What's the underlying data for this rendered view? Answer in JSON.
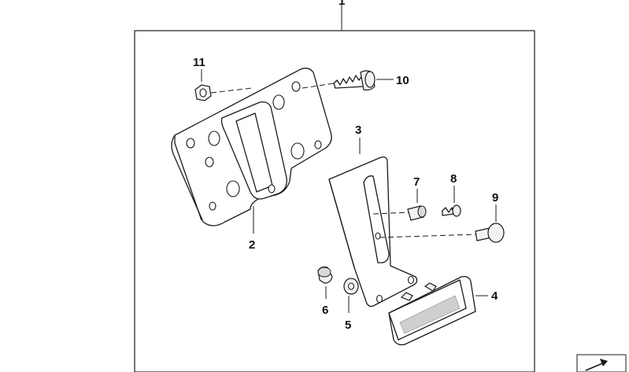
{
  "diagram": {
    "callouts": [
      {
        "id": "1",
        "label": "1"
      },
      {
        "id": "2",
        "label": "2"
      },
      {
        "id": "3",
        "label": "3"
      },
      {
        "id": "4",
        "label": "4"
      },
      {
        "id": "5",
        "label": "5"
      },
      {
        "id": "6",
        "label": "6"
      },
      {
        "id": "7",
        "label": "7"
      },
      {
        "id": "8",
        "label": "8"
      },
      {
        "id": "9",
        "label": "9"
      },
      {
        "id": "10",
        "label": "10"
      },
      {
        "id": "11",
        "label": "11"
      }
    ],
    "corner_icon": "arrow-diagonal-icon"
  }
}
